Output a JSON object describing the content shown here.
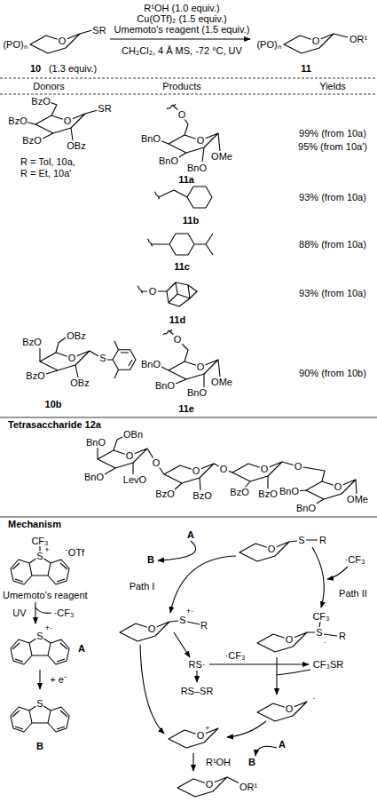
{
  "diagram": {
    "labels": [
      "R¹OH (1.0 equiv.)",
      "Cu(OTf)₂ (1.5 equiv.)",
      "Umemoto's reagent (1.5 equiv.)",
      "CH₂Cl₂, 4 Å MS, -72 °C, UV",
      "(PO)ₙ",
      "O",
      "SR",
      "10",
      "(1.3 equiv.)",
      "(PO)ₙ",
      "O",
      "OR¹",
      "11",
      "Donors",
      "Products",
      "Yields",
      "BzO",
      "BzO",
      "BzO",
      "O",
      "OBz",
      "SR",
      "R = Tol, 10a,",
      "R = Et, 10a'",
      "O",
      "O",
      "BnO",
      "BnO",
      "BnO",
      "OMe",
      "11a",
      "99% (from 10a)",
      "95% (from 10a')",
      "11b",
      "93% (from 10a)",
      "11c",
      "88% (from 10a)",
      "O",
      "11d",
      "93% (from 10a)",
      "BzO",
      "OBz",
      "O",
      "BzO",
      "OBz",
      "S",
      "10b",
      "O",
      "O",
      "BnO",
      "BnO",
      "BnO",
      "OMe",
      "11e",
      "90% (from 10b)",
      "Tetrasaccharide 12a",
      "BnO",
      "OBn",
      "O",
      "BnO",
      "LevO",
      "O",
      "O",
      "BzO",
      "BzO",
      "O",
      "O",
      "BzO",
      "BzO",
      "O",
      "O",
      "BnO",
      "BnO",
      "OMe",
      "Mechanism",
      "CF₃",
      "S",
      "+",
      "⁻OTf",
      "Umemoto's reagent",
      "UV",
      "·CF₃",
      "S",
      "+·",
      "A",
      "+ e⁻",
      "S",
      "B",
      "O",
      "S",
      "R",
      "A",
      "B",
      "Path I",
      "·CF₃",
      "Path II",
      "O",
      "S",
      "+·",
      "R",
      "O",
      "S",
      "CF₃",
      "R",
      "·",
      "RS·",
      "·CF₃",
      "CF₃SR",
      "RS–SR",
      "O",
      "·",
      "O",
      "+",
      "R¹OH",
      "O",
      "OR¹",
      "A",
      "B"
    ]
  }
}
